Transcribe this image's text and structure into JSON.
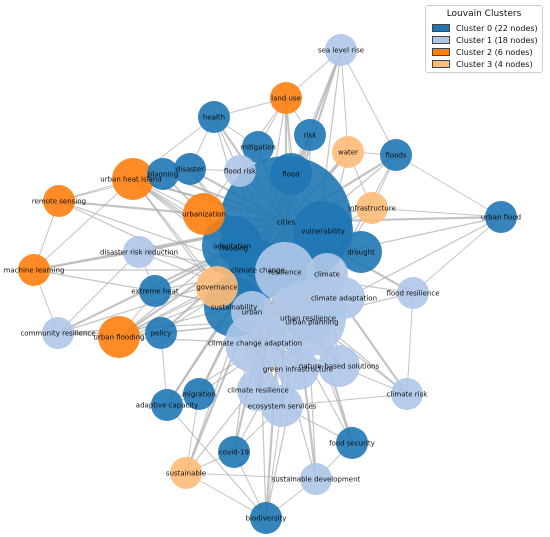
{
  "legend": {
    "title": "Louvain Clusters",
    "entries": [
      {
        "label": "Cluster 0 (22 nodes)",
        "color": "#1f77b4"
      },
      {
        "label": "Cluster 1 (18 nodes)",
        "color": "#aec7e8"
      },
      {
        "label": "Cluster 2 (6 nodes)",
        "color": "#ff7f0e"
      },
      {
        "label": "Cluster 3 (4 nodes)",
        "color": "#ffbb78"
      }
    ]
  },
  "colors": {
    "cluster_0": "#1f77b4",
    "cluster_1": "#aec7e8",
    "cluster_2": "#ff7f0e",
    "cluster_3": "#ffbb78",
    "edge": "#b0b0b0"
  },
  "nodes": [
    {
      "id": "cities",
      "label": "cities",
      "cluster": 0,
      "size": 5
    },
    {
      "id": "vulnerability",
      "label": "vulnerability",
      "cluster": 0,
      "size": 3
    },
    {
      "id": "adaptation",
      "label": "adaptation",
      "cluster": 0,
      "size": 3
    },
    {
      "id": "climate_change",
      "label": "climate change",
      "cluster": 0,
      "size": 3
    },
    {
      "id": "sustainability",
      "label": "sustainability",
      "cluster": 0,
      "size": 3
    },
    {
      "id": "drought",
      "label": "drought",
      "cluster": 0,
      "size": 2
    },
    {
      "id": "flood",
      "label": "flood",
      "cluster": 0,
      "size": 2
    },
    {
      "id": "risk",
      "label": "risk",
      "cluster": 0,
      "size": 1
    },
    {
      "id": "health",
      "label": "health",
      "cluster": 0,
      "size": 1
    },
    {
      "id": "mitigation",
      "label": "mitigation",
      "cluster": 0,
      "size": 1
    },
    {
      "id": "disaster",
      "label": "disaster",
      "cluster": 0,
      "size": 1
    },
    {
      "id": "planning",
      "label": "planning",
      "cluster": 0,
      "size": 1
    },
    {
      "id": "floods",
      "label": "floods",
      "cluster": 0,
      "size": 1
    },
    {
      "id": "urban_flood",
      "label": "urban flood",
      "cluster": 0,
      "size": 1
    },
    {
      "id": "flooding",
      "label": "flooding",
      "cluster": 0,
      "size": 1
    },
    {
      "id": "extreme_heat",
      "label": "extreme heat",
      "cluster": 0,
      "size": 1
    },
    {
      "id": "policy",
      "label": "policy",
      "cluster": 0,
      "size": 1
    },
    {
      "id": "adaptive_capacity",
      "label": "adaptive capacity",
      "cluster": 0,
      "size": 1
    },
    {
      "id": "migration",
      "label": "migration",
      "cluster": 0,
      "size": 1
    },
    {
      "id": "covid",
      "label": "covid-19",
      "cluster": 0,
      "size": 1
    },
    {
      "id": "food_security",
      "label": "food security",
      "cluster": 0,
      "size": 1
    },
    {
      "id": "biodiversity",
      "label": "biodiversity",
      "cluster": 0,
      "size": 1
    },
    {
      "id": "urban_resilience",
      "label": "urban resilience",
      "cluster": 1,
      "size": 4
    },
    {
      "id": "climate_change_adaptation",
      "label": "climate change adaptation",
      "cluster": 1,
      "size": 3
    },
    {
      "id": "resilience",
      "label": "resilience",
      "cluster": 1,
      "size": 3
    },
    {
      "id": "climate",
      "label": "climate",
      "cluster": 1,
      "size": 2
    },
    {
      "id": "urban",
      "label": "urban",
      "cluster": 1,
      "size": 2
    },
    {
      "id": "urban_planning",
      "label": "urban planning",
      "cluster": 1,
      "size": 2
    },
    {
      "id": "climate_adaptation",
      "label": "climate adaptation",
      "cluster": 1,
      "size": 2
    },
    {
      "id": "green_infrastructure",
      "label": "green infrastructure",
      "cluster": 1,
      "size": 2
    },
    {
      "id": "nature_based_solutions",
      "label": "nature-based solutions",
      "cluster": 1,
      "size": 2
    },
    {
      "id": "climate_resilience",
      "label": "climate resilience",
      "cluster": 1,
      "size": 2
    },
    {
      "id": "ecosystem_services",
      "label": "ecosystem services",
      "cluster": 1,
      "size": 2
    },
    {
      "id": "flood_risk",
      "label": "flood risk",
      "cluster": 1,
      "size": 1
    },
    {
      "id": "disaster_risk_reduction",
      "label": "disaster risk reduction",
      "cluster": 1,
      "size": 1
    },
    {
      "id": "flood_resilience",
      "label": "flood resilience",
      "cluster": 1,
      "size": 1
    },
    {
      "id": "community_resilience",
      "label": "community resilience",
      "cluster": 1,
      "size": 1
    },
    {
      "id": "climate_risk",
      "label": "climate risk",
      "cluster": 1,
      "size": 1
    },
    {
      "id": "sustainable_development",
      "label": "sustainable development",
      "cluster": 1,
      "size": 1
    },
    {
      "id": "sea_level_rise",
      "label": "sea level rise",
      "cluster": 1,
      "size": 1
    },
    {
      "id": "urban_heat_island",
      "label": "urban heat island",
      "cluster": 2,
      "size": 2
    },
    {
      "id": "urbanization",
      "label": "urbanization",
      "cluster": 2,
      "size": 2
    },
    {
      "id": "urban_flooding",
      "label": "urban flooding",
      "cluster": 2,
      "size": 2
    },
    {
      "id": "land_use",
      "label": "land use",
      "cluster": 2,
      "size": 1
    },
    {
      "id": "remote_sensing",
      "label": "remote sensing",
      "cluster": 2,
      "size": 1
    },
    {
      "id": "machine_learning",
      "label": "machine learning",
      "cluster": 2,
      "size": 1
    },
    {
      "id": "governance",
      "label": "governance",
      "cluster": 3,
      "size": 2
    },
    {
      "id": "water",
      "label": "water",
      "cluster": 3,
      "size": 1
    },
    {
      "id": "infrastructure",
      "label": "infrastructure",
      "cluster": 3,
      "size": 1
    },
    {
      "id": "sustainable",
      "label": "sustainable",
      "cluster": 3,
      "size": 1
    }
  ]
}
